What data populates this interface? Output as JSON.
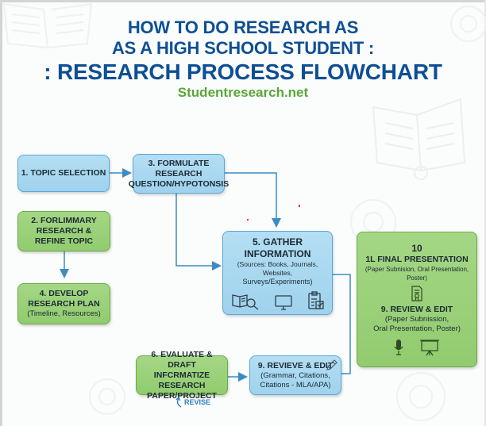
{
  "header": {
    "title_line1": "HOW TO DO RESEARCH AS",
    "title_line2": "AS A HIGH SCHOOL STUDENT :",
    "title_line3": ": RESEARCH PROCESS FLOWCHART",
    "subtitle": "Studentresearch.net"
  },
  "colors": {
    "title": "#0e4f94",
    "subtitle": "#5aa63a",
    "blue_box": "#a8d8f0",
    "blue_border": "#5aa8d7",
    "green_box": "#9ad179",
    "green_border": "#6aab45",
    "connector": "#3b8cc4"
  },
  "steps": {
    "topic_selection": {
      "label": "1. TOPIC SELECTION"
    },
    "preliminary": {
      "line1": "2. FORLIMMARY",
      "line2": "RESEARCH &",
      "line3": "REFINE TOPIC"
    },
    "formulate": {
      "line1": "3. FORMULATE RESEARCH",
      "line2": "QUESTION/HYPOTONSIS"
    },
    "develop_plan": {
      "line1": "4. DEVELOP",
      "line2": "RESEARCH PLAN",
      "detail": "(Timeline, Resources)"
    },
    "gather": {
      "line1": "5. GATHER",
      "line2": "INFORMATION",
      "detail1": "(Sources: Books, Journals, Websites,",
      "detail2": "Surveys/Experiments)",
      "icons": [
        "book-search-icon",
        "monitor-icon",
        "clipboard-check-icon"
      ]
    },
    "evaluate": {
      "line1": "6. EVALUATE & DRAFT",
      "line2": "INFCRMATIZE",
      "line3": "RESEARCH PAPER/PROJECT"
    },
    "revieve_edit": {
      "line1": "9. REVIEVE & EDIT",
      "detail1": "(Grammar, Citations,",
      "detail2": "Citations - MLA/APA)",
      "icon": "pencil-icon"
    },
    "final": {
      "number": "10",
      "line1": "1L FINAL PRESENTATION",
      "detail1": "(Paper Subnision, Oral Presentation, Poster)",
      "line2": "9. REVIEW & EDIT",
      "detail2": "(Paper Subnission,",
      "detail3": "Oral Presentation, Poster)",
      "icons": [
        "certificate-document-icon",
        "microphone-icon",
        "projector-screen-icon"
      ]
    }
  },
  "annotations": {
    "revise": "REVISE"
  }
}
